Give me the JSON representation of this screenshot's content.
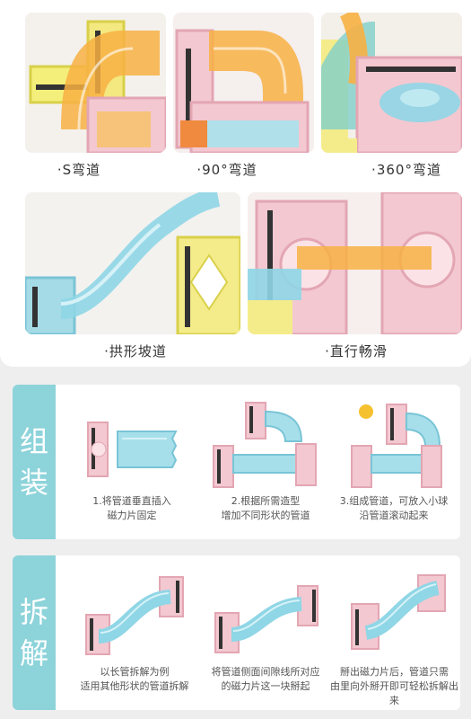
{
  "gallery": {
    "items": [
      {
        "label": "·S弯道"
      },
      {
        "label": "·90°弯道"
      },
      {
        "label": "·360°弯道"
      },
      {
        "label": "·拱形坡道"
      },
      {
        "label": "·直行畅滑"
      }
    ]
  },
  "assemble": {
    "title_chars": [
      "组",
      "装"
    ],
    "steps": [
      {
        "line1": "1.将管道垂直插入",
        "line2": "磁力片固定"
      },
      {
        "line1": "2.根据所需造型",
        "line2": "增加不同形状的管道"
      },
      {
        "line1": "3.组成管道，可放入小球",
        "line2": "沿管道滚动起来"
      }
    ]
  },
  "disassemble": {
    "title_chars": [
      "拆",
      "解"
    ],
    "steps": [
      {
        "line1": "以长管拆解为例",
        "line2": "适用其他形状的管道拆解"
      },
      {
        "line1": "将管道侧面间隙线所对应",
        "line2": "的磁力片这一块掰起"
      },
      {
        "line1": "掰出磁力片后，管道只需",
        "line2": "由里向外掰开即可轻松拆解出来"
      }
    ]
  },
  "colors": {
    "accent": "#8dd3da",
    "orange": "#f7b043",
    "pink": "#f3c8d0",
    "blue": "#8fd6e6",
    "yellow": "#f4ec8a"
  }
}
